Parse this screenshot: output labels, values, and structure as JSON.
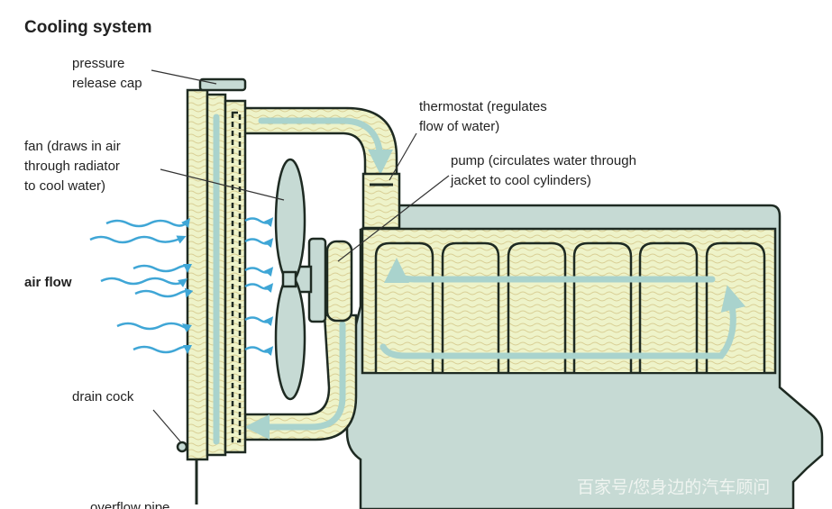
{
  "title": "Cooling system",
  "labels": {
    "pressure_cap": [
      "pressure",
      "release cap"
    ],
    "fan": [
      "fan (draws in air",
      "through radiator",
      "to cool water)"
    ],
    "air_flow": "air flow",
    "drain_cock": "drain cock",
    "overflow_pipe": "overflow pipe",
    "thermostat": [
      "thermostat (regulates",
      "flow of water)"
    ],
    "pump": [
      "pump (circulates water through",
      "jacket to cool cylinders)"
    ]
  },
  "watermark": "百家号/您身边的汽车顾问",
  "colors": {
    "water": "#eef3c9",
    "engine": "#c6dad4",
    "flow_arrows": "#a9d3cd",
    "air": "#3fa6d6"
  }
}
